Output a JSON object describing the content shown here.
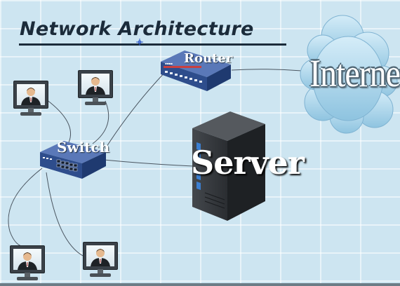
{
  "diagram": {
    "title": "Network Architecture",
    "nodes": {
      "router": {
        "label": "Router"
      },
      "switch": {
        "label": "Switch"
      },
      "server": {
        "label": "Server"
      },
      "internet": {
        "label": "Internet"
      },
      "workstations": [
        {},
        {},
        {},
        {}
      ]
    },
    "connections": [
      {
        "from": "switch",
        "to": "router"
      },
      {
        "from": "router",
        "to": "internet"
      },
      {
        "from": "switch",
        "to": "server"
      },
      {
        "from": "switch",
        "to": "workstation-1"
      },
      {
        "from": "switch",
        "to": "workstation-2"
      },
      {
        "from": "switch",
        "to": "workstation-3"
      },
      {
        "from": "switch",
        "to": "workstation-4"
      }
    ]
  },
  "colors": {
    "background": "#cde5f1",
    "cloud": "#a8d3ea",
    "device_blue": "#2e4d8c",
    "server_body": "#2a2d31",
    "server_accent": "#3b7fd1",
    "title": "#1b2b3a"
  }
}
